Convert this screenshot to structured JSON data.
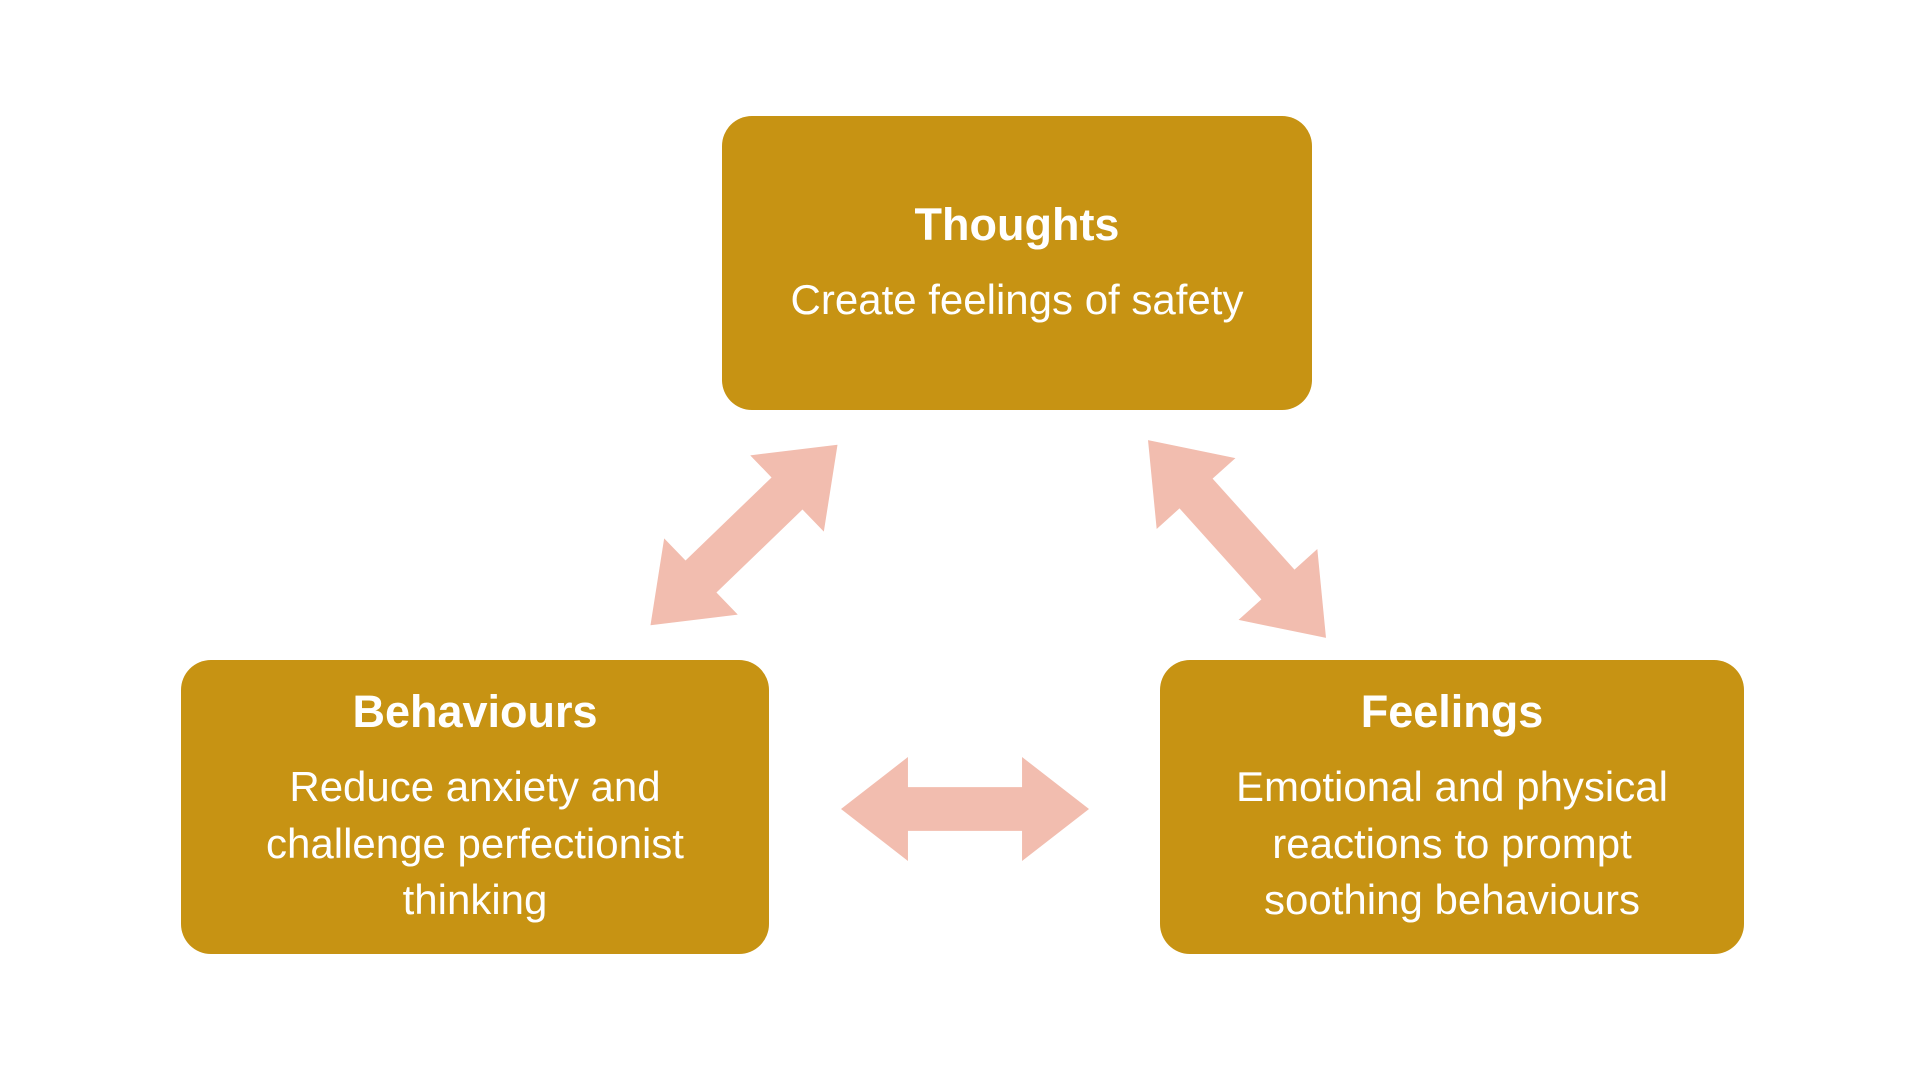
{
  "colors": {
    "background": "#ffffff",
    "box": "#c79313",
    "arrow": "#f2bdaf",
    "text": "#ffffff"
  },
  "diagram": {
    "type": "cycle",
    "nodes": [
      {
        "id": "thoughts",
        "title": "Thoughts",
        "body": "Create feelings of safety"
      },
      {
        "id": "behaviours",
        "title": "Behaviours",
        "body": "Reduce anxiety and challenge perfectionist thinking"
      },
      {
        "id": "feelings",
        "title": "Feelings",
        "body": "Emotional and physical reactions to prompt soothing behaviours"
      }
    ],
    "arrows": [
      {
        "from": "thoughts",
        "to": "behaviours",
        "bidirectional": true
      },
      {
        "from": "thoughts",
        "to": "feelings",
        "bidirectional": true
      },
      {
        "from": "behaviours",
        "to": "feelings",
        "bidirectional": true
      }
    ]
  }
}
